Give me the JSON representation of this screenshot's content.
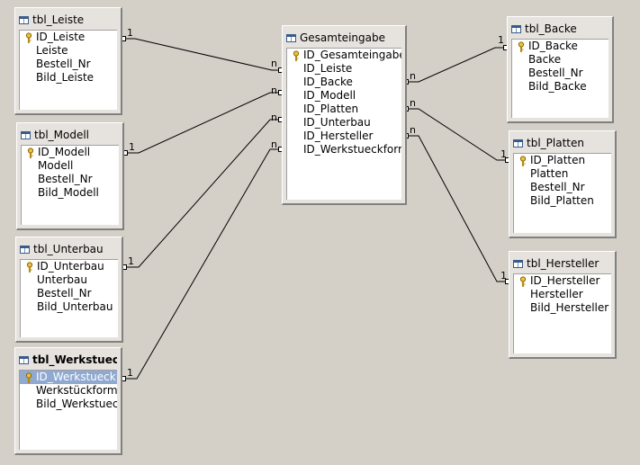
{
  "tables": {
    "tbl_leiste": {
      "title": "tbl_Leiste",
      "fields": [
        "ID_Leiste",
        "Leiste",
        "Bestell_Nr",
        "Bild_Leiste"
      ]
    },
    "tbl_modell": {
      "title": "tbl_Modell",
      "fields": [
        "ID_Modell",
        "Modell",
        "Bestell_Nr",
        "Bild_Modell"
      ]
    },
    "tbl_unterbau": {
      "title": "tbl_Unterbau",
      "fields": [
        "ID_Unterbau",
        "Unterbau",
        "Bestell_Nr",
        "Bild_Unterbau"
      ]
    },
    "tbl_werkstueck": {
      "title": "tbl_Werkstuec",
      "fields": [
        "ID_Werkstueck",
        "Werkstückform",
        "Bild_Werkstuec"
      ]
    },
    "gesamteingabe": {
      "title": "Gesamteingabe",
      "fields": [
        "ID_Gesamteingabe",
        "ID_Leiste",
        "ID_Backe",
        "ID_Modell",
        "ID_Platten",
        "ID_Unterbau",
        "ID_Hersteller",
        "ID_Werkstueckform"
      ]
    },
    "tbl_backe": {
      "title": "tbl_Backe",
      "fields": [
        "ID_Backe",
        "Backe",
        "Bestell_Nr",
        "Bild_Backe"
      ]
    },
    "tbl_platten": {
      "title": "tbl_Platten",
      "fields": [
        "ID_Platten",
        "Platten",
        "Bestell_Nr",
        "Bild_Platten"
      ]
    },
    "tbl_hersteller": {
      "title": "tbl_Hersteller",
      "fields": [
        "ID_Hersteller",
        "Hersteller",
        "Bild_Hersteller"
      ]
    }
  },
  "relations": {
    "one_label": "1",
    "many_label": "n"
  }
}
